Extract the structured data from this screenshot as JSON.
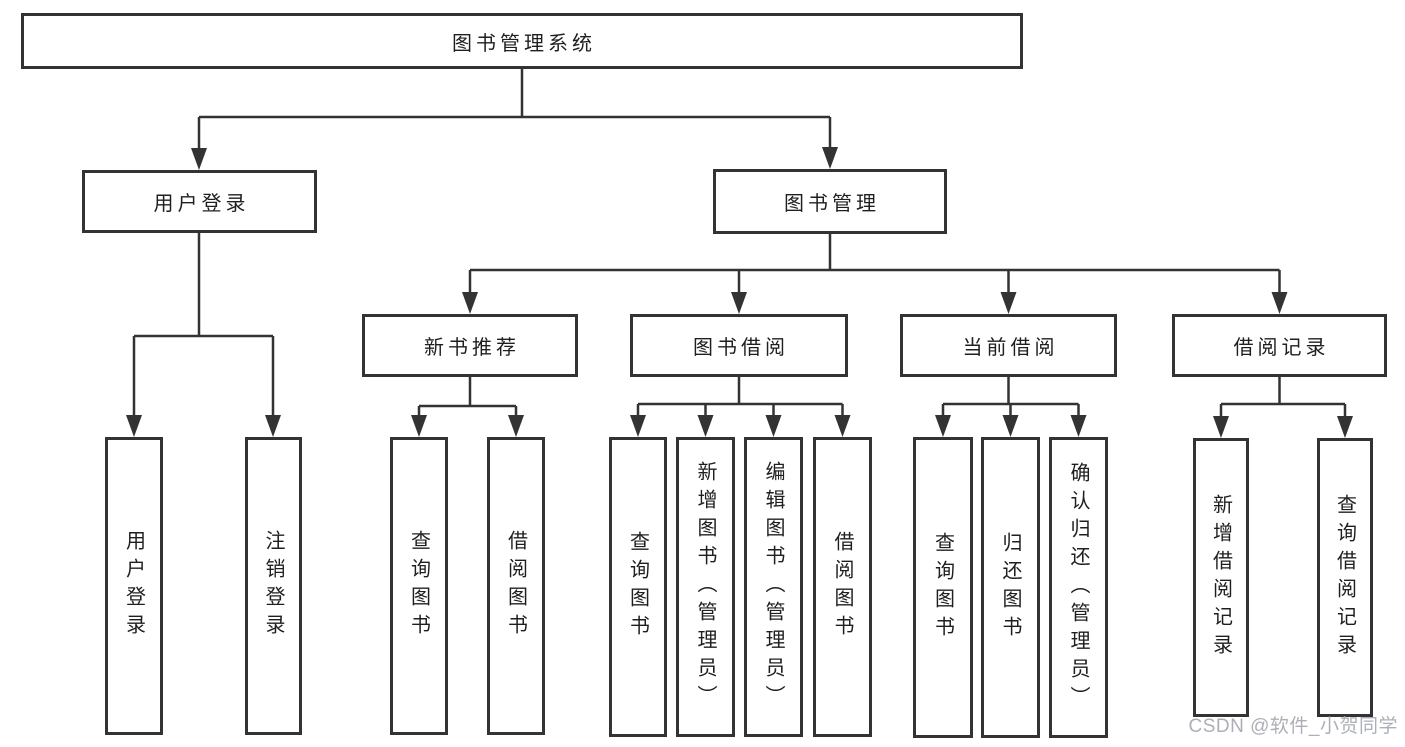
{
  "nodes": {
    "root": "图书管理系统",
    "level2": [
      {
        "label": "用户登录"
      },
      {
        "label": "图书管理"
      }
    ],
    "level3": [
      {
        "label": "新书推荐"
      },
      {
        "label": "图书借阅"
      },
      {
        "label": "当前借阅"
      },
      {
        "label": "借阅记录"
      }
    ],
    "leaves": {
      "user_login": [
        "用户登录",
        "注销登录"
      ],
      "new_books": [
        "查询图书",
        "借阅图书"
      ],
      "book_borrow": [
        "查询图书",
        "新增图书（管理员）",
        "编辑图书（管理员）",
        "借阅图书"
      ],
      "current_borrow": [
        "查询图书",
        "归还图书",
        "确认归还（管理员）"
      ],
      "borrow_records": [
        "新增借阅记录",
        "查询借阅记录"
      ]
    }
  },
  "watermark": "CSDN @软件_小贺同学",
  "colors": {
    "line": "#333333",
    "text": "#1f1f1f",
    "watermark": "#a9abb5",
    "background": "#ffffff"
  }
}
